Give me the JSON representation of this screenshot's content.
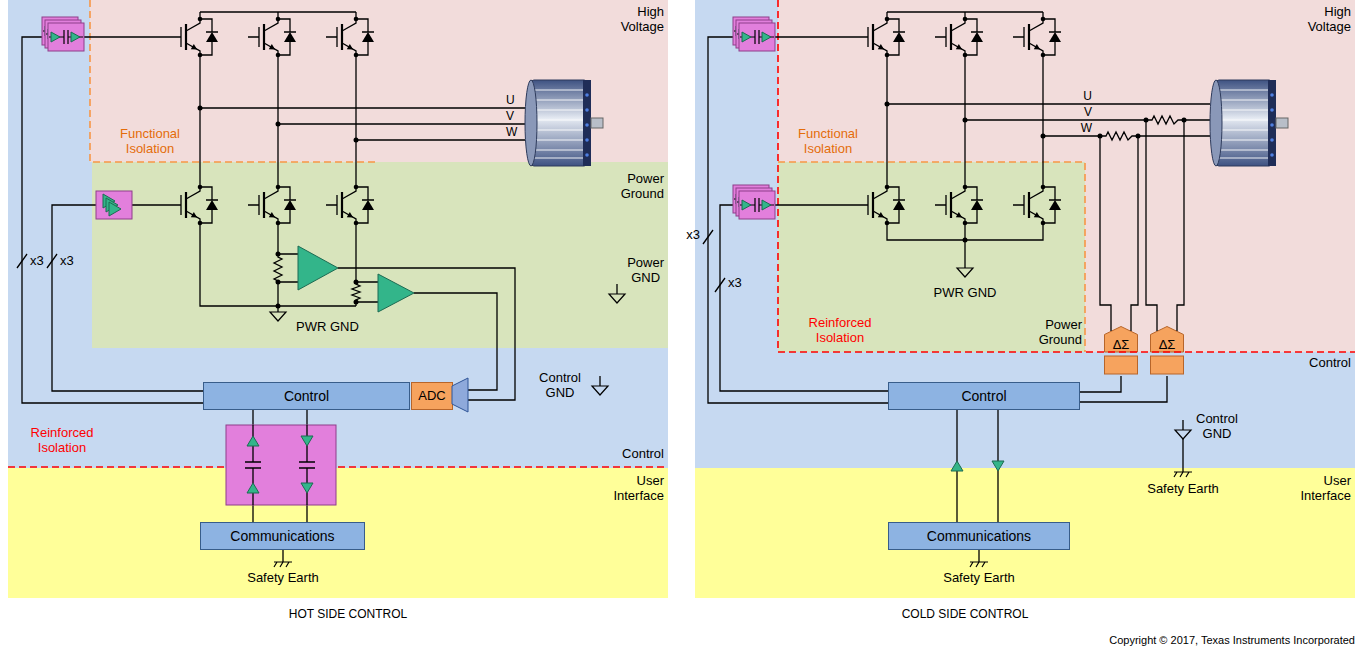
{
  "diagram": {
    "nodes": [
      {
        "text": [
          "High Voltage"
        ]
      },
      {
        "text": [
          "Power Ground"
        ]
      },
      {
        "text": [
          "Control"
        ]
      },
      {
        "text": [
          "Control"
        ],
        "in": 2
      },
      {
        "text": [
          "ADC"
        ],
        "in": 2
      },
      {
        "text": [
          "User Interface"
        ]
      },
      {
        "text": [
          "Communications"
        ],
        "in": 5
      },
      {
        "text": [
          "High Voltage"
        ]
      },
      {
        "text": [
          "Power Ground"
        ],
        "in": 7
      },
      {
        "text": [
          "Control"
        ]
      },
      {
        "text": [
          "ΔΣ"
        ]
      },
      {
        "text": [
          "ΔΣ"
        ]
      },
      {
        "text": [
          "Control"
        ],
        "in": 9
      },
      {
        "text": [
          "User Interface"
        ]
      },
      {
        "text": [
          "Communications"
        ],
        "in": 13
      }
    ],
    "edges": [
      {
        "from": 3,
        "to": 6,
        "arrow": "none"
      },
      {
        "from": 3,
        "to": 6,
        "arrow": "none"
      },
      {
        "from": 12,
        "to": 14,
        "arrow": "none"
      },
      {
        "from": 12,
        "to": 14,
        "arrow": "none"
      },
      {
        "from": 10,
        "to": 12,
        "arrow": "none"
      },
      {
        "from": 11,
        "to": 12,
        "arrow": "none"
      }
    ],
    "labels": [
      "Functional Isolation",
      "x3",
      "x3",
      "U",
      "V",
      "W",
      "PWR GND",
      "Power GND",
      "Control GND",
      "Reinforced Isolation",
      "Safety Earth",
      "HOT SIDE CONTROL",
      "x3",
      "x3",
      "Functional Isolation",
      "U",
      "V",
      "W",
      "PWR GND",
      "Reinforced Isolation",
      "Control GND",
      "Safety Earth",
      "Safety Earth",
      "COLD SIDE CONTROL",
      "Copyright © 2017, Texas Instruments Incorporated"
    ]
  }
}
